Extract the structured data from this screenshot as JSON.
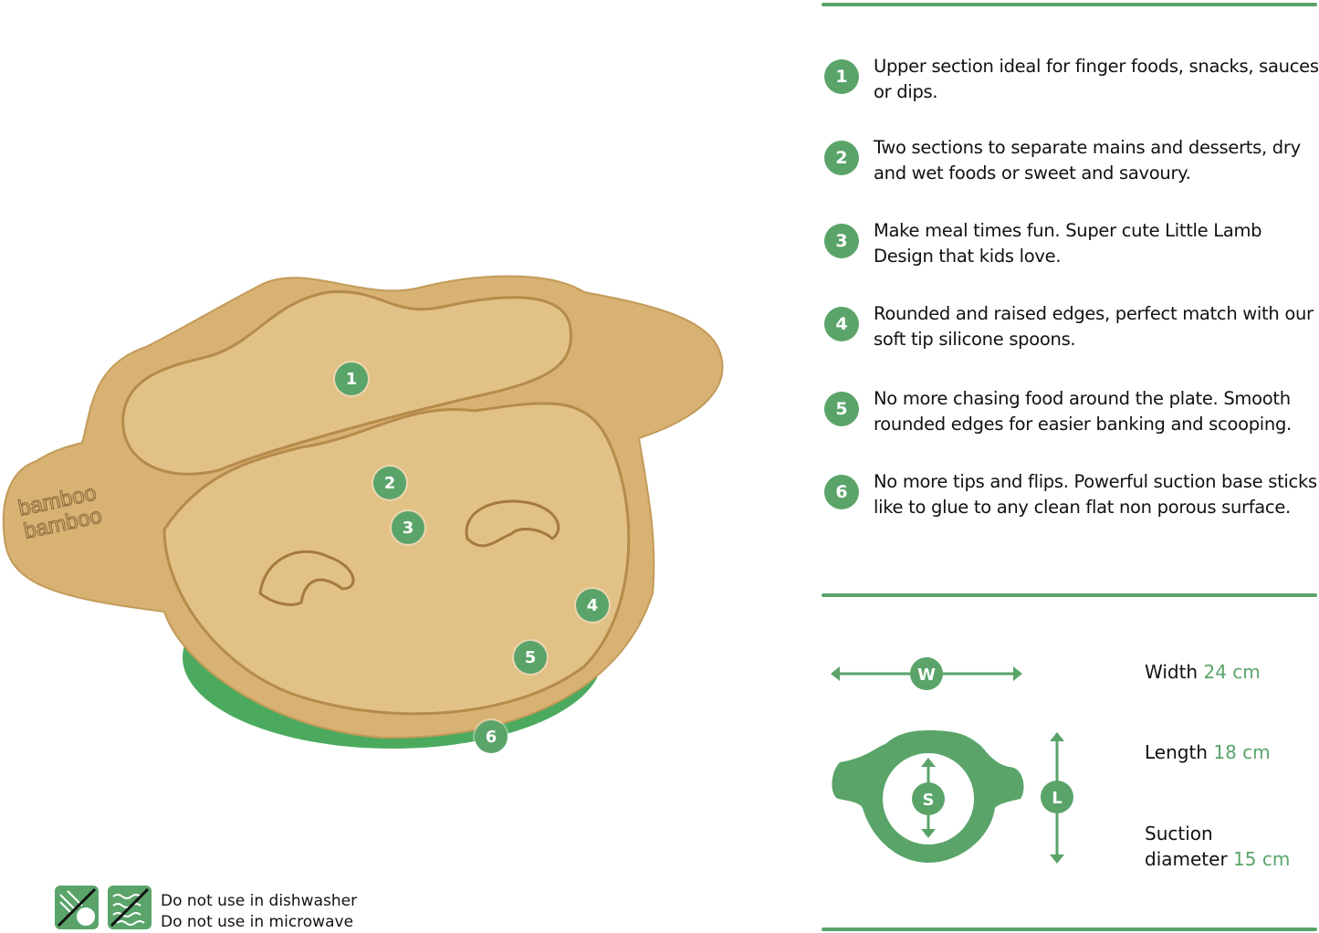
{
  "colors": {
    "accent": "#5aa46a",
    "bamboo": "#d8b273",
    "silicone": "#4caa5e"
  },
  "brand_logo": "bamboo bamboo",
  "features": [
    {
      "number": "1",
      "text": "Upper section ideal for finger foods, snacks, sauces or dips."
    },
    {
      "number": "2",
      "text": "Two sections to separate mains and desserts, dry and wet foods or sweet and savoury."
    },
    {
      "number": "3",
      "text": "Make meal times fun. Super cute Little Lamb Design that kids love."
    },
    {
      "number": "4",
      "text": "Rounded and raised edges, perfect match with our soft tip silicone spoons."
    },
    {
      "number": "5",
      "text": "No more chasing food around the plate. Smooth rounded edges for easier banking and scooping."
    },
    {
      "number": "6",
      "text": "No more tips and flips. Powerful suction base sticks like to glue to any clean flat non porous surface."
    }
  ],
  "dimensions": {
    "width": {
      "marker": "W",
      "label": "Width",
      "value": "24 cm"
    },
    "length": {
      "marker": "L",
      "label": "Length",
      "value": "18 cm"
    },
    "suction": {
      "marker": "S",
      "label_line1": "Suction",
      "label_line2": "diameter",
      "value": "15 cm"
    }
  },
  "warnings": {
    "icons": [
      "no-dishwasher-icon",
      "no-microwave-icon"
    ],
    "dishwasher": "Do not use in dishwasher",
    "microwave": "Do not use in microwave"
  }
}
